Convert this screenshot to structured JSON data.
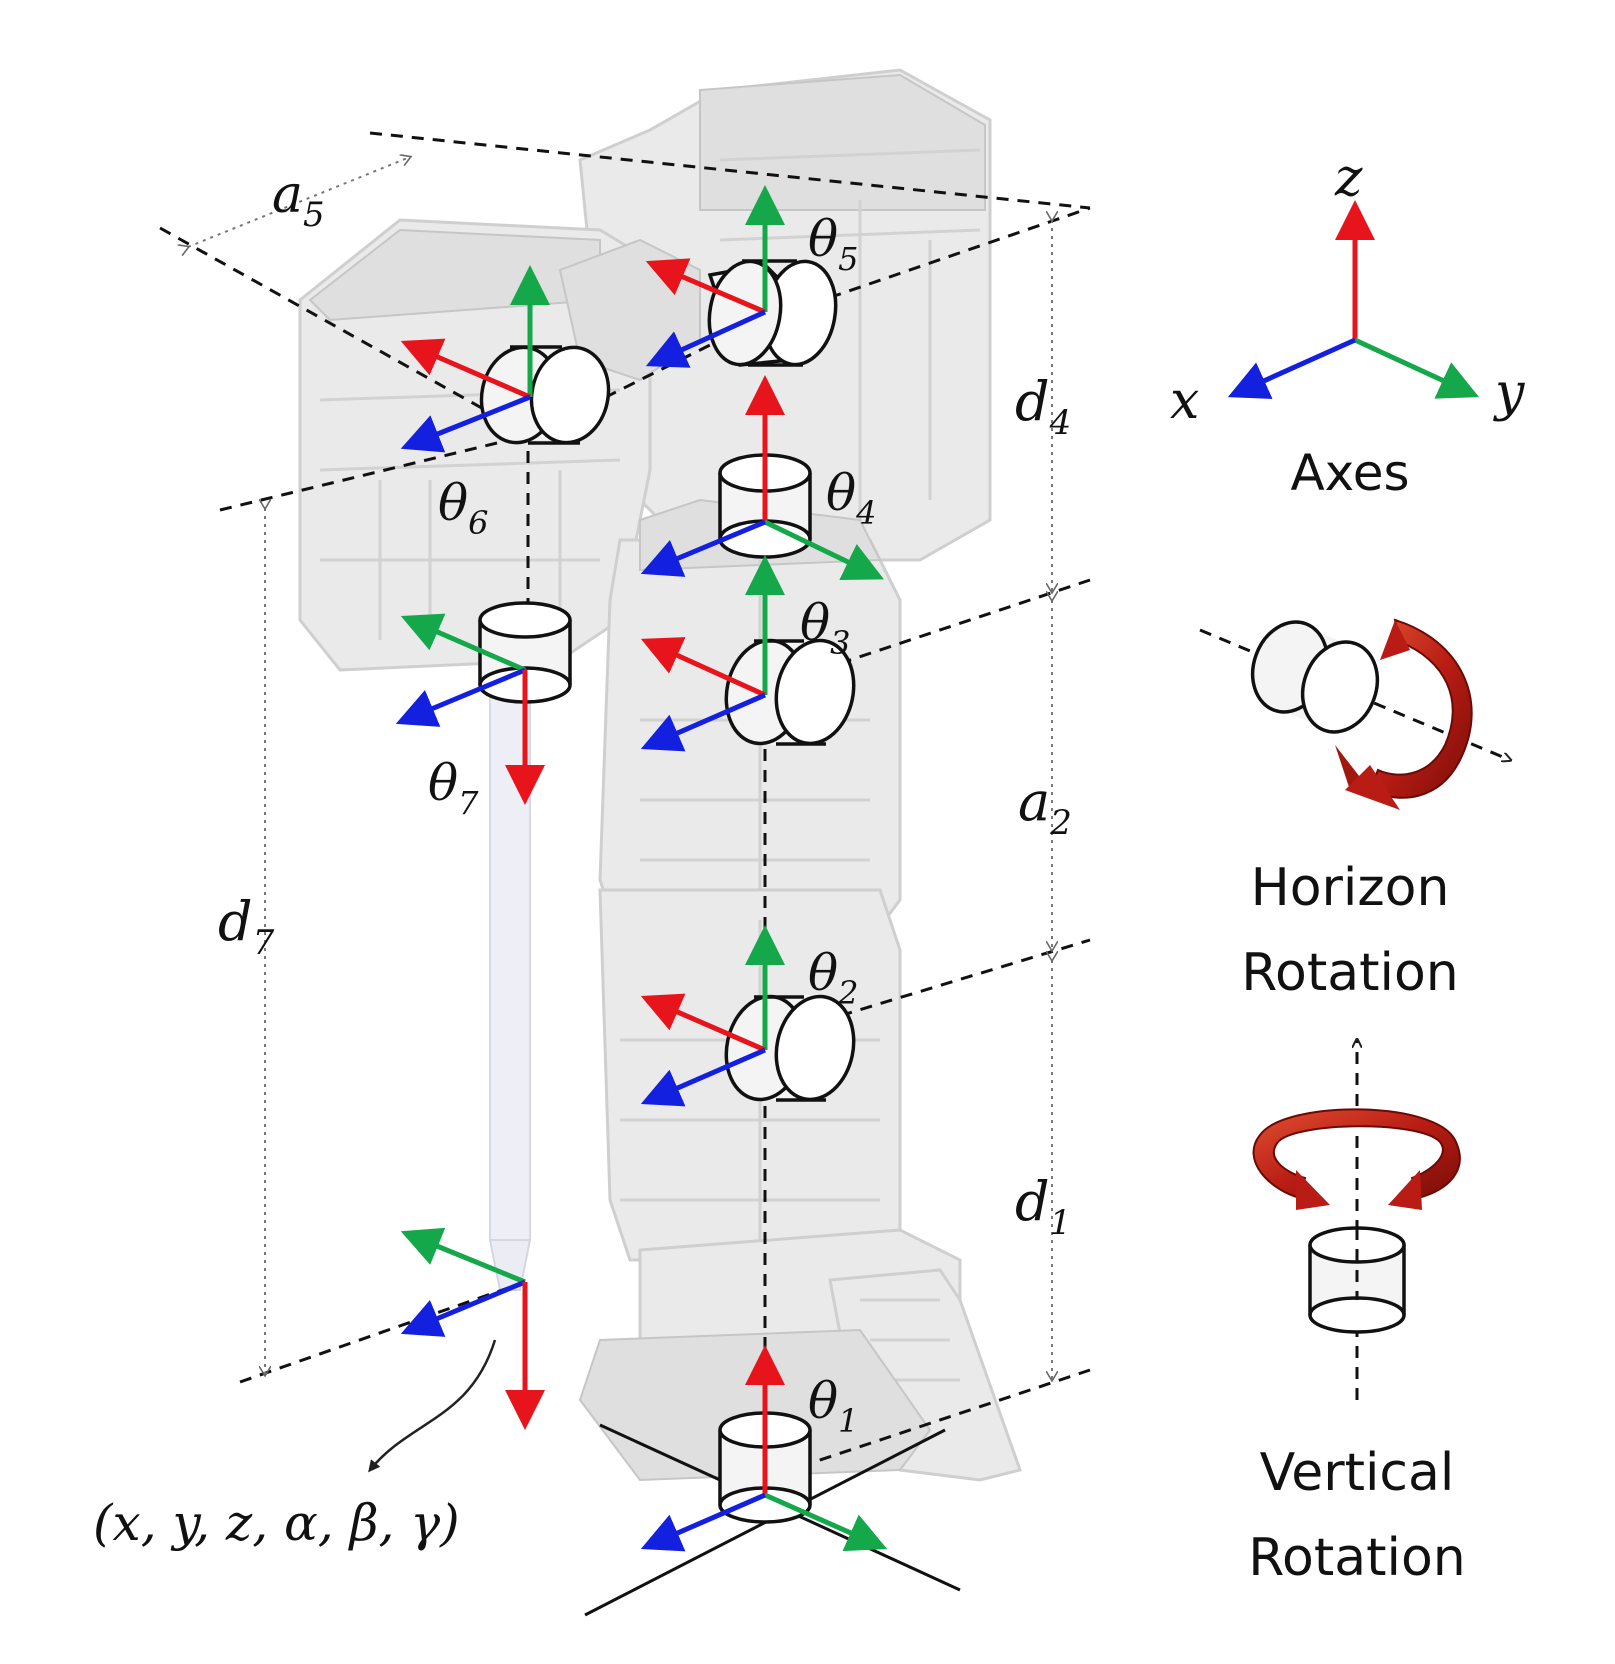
{
  "labels": {
    "a5": {
      "base": "a",
      "sub": "5"
    },
    "theta5": {
      "base": "θ",
      "sub": "5"
    },
    "theta6": {
      "base": "θ",
      "sub": "6"
    },
    "theta4": {
      "base": "θ",
      "sub": "4"
    },
    "theta3": {
      "base": "θ",
      "sub": "3"
    },
    "theta7": {
      "base": "θ",
      "sub": "7"
    },
    "theta2": {
      "base": "θ",
      "sub": "2"
    },
    "theta1": {
      "base": "θ",
      "sub": "1"
    },
    "d4": {
      "base": "d",
      "sub": "4"
    },
    "a2": {
      "base": "a",
      "sub": "2"
    },
    "d1": {
      "base": "d",
      "sub": "1"
    },
    "d7": {
      "base": "d",
      "sub": "7"
    },
    "pose": "(x, y, z, α, β, γ)"
  },
  "legend": {
    "axes": {
      "z": "z",
      "x": "x",
      "y": "y",
      "caption": "Axes"
    },
    "horizon": {
      "line1": "Horizon",
      "line2": "Rotation"
    },
    "vertical": {
      "line1": "Vertical",
      "line2": "Rotation"
    }
  },
  "colors": {
    "x_axis": "#1420e0",
    "y_axis": "#14a84a",
    "z_axis": "#e8141c",
    "rotation_arrow": "#c0241c"
  },
  "icons": [
    "coordinate-frame-icon",
    "horizontal-joint-cylinder-icon",
    "vertical-joint-cylinder-icon",
    "rotation-arrow-icon"
  ]
}
